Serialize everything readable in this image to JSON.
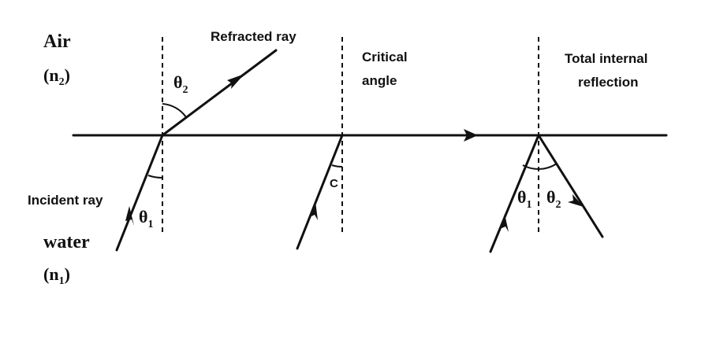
{
  "labels": {
    "air": "Air",
    "air_index": "(n",
    "air_index_sub": "2",
    "water": "water",
    "water_index": "(n",
    "water_index_sub": "1",
    "refracted_ray": "Refracted ray",
    "incident_ray": "Incident ray",
    "critical_line1": "Critical",
    "critical_line2": "angle",
    "tir_line1": "Total internal",
    "tir_line2": "reflection",
    "critical_angle_symbol": "C",
    "theta": "θ",
    "sub1": "1",
    "sub2": "2",
    "close_paren": ")"
  }
}
